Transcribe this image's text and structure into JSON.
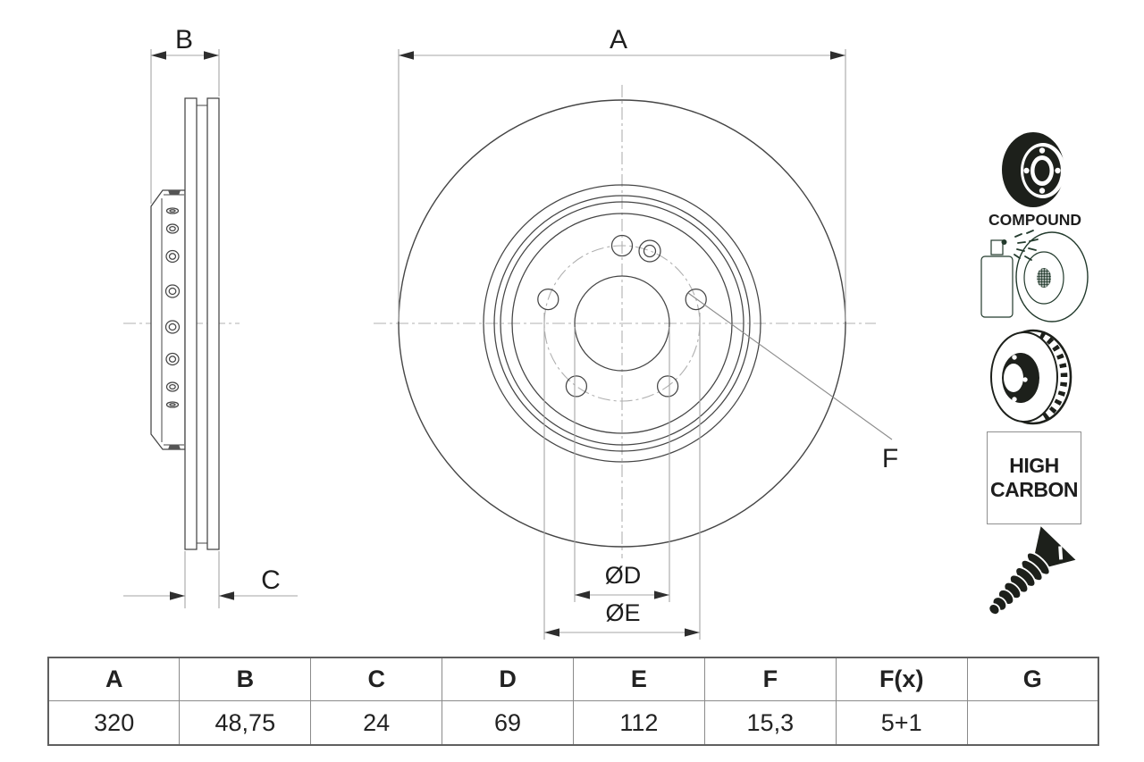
{
  "colors": {
    "outline": "#454545",
    "dim_line": "#a6a6a6",
    "centerline": "#b0b0b0",
    "arrow": "#2e2e2e",
    "label": "#1e1e1e",
    "icon_black": "#1d201b",
    "icon_green": "#223a2c",
    "table_border": "#8a8a8a",
    "table_text": "#222222"
  },
  "drawing": {
    "front_view": {
      "dim_a_label": "A",
      "dim_d_label": "ØD",
      "dim_e_label": "ØE",
      "leader_f_label": "F"
    },
    "side_view": {
      "dim_b_label": "B",
      "dim_c_label": "C"
    }
  },
  "badges": {
    "compound_label": "COMPOUND",
    "high_carbon_line1": "HIGH",
    "high_carbon_line2": "CARBON"
  },
  "spec_table": {
    "headers": [
      "A",
      "B",
      "C",
      "D",
      "E",
      "F",
      "F(x)",
      "G"
    ],
    "values": [
      "320",
      "48,75",
      "24",
      "69",
      "112",
      "15,3",
      "5+1",
      ""
    ]
  }
}
